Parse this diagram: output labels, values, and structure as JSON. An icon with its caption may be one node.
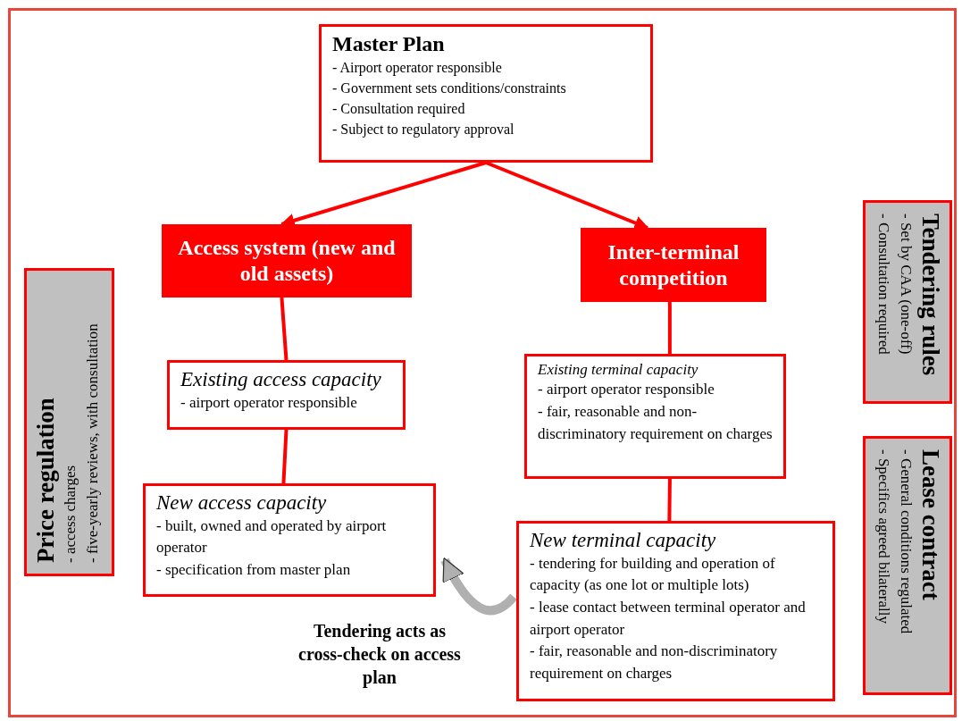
{
  "diagram": {
    "nodes": [
      {
        "text": [
          "Master Plan",
          "- Airport operator responsible",
          "- Government sets conditions/constraints",
          "- Consultation required",
          "- Subject to regulatory approval"
        ]
      },
      {
        "text": [
          "Access system (new and old assets)"
        ]
      },
      {
        "text": [
          "Inter-terminal competition"
        ]
      },
      {
        "text": [
          "Existing access capacity",
          "- airport operator responsible"
        ]
      },
      {
        "text": [
          "New access capacity",
          "- built, owned and operated by airport operator",
          "- specification from master plan"
        ]
      },
      {
        "text": [
          "Existing terminal capacity",
          "- airport operator responsible",
          "- fair, reasonable and non-discriminatory requirement on charges"
        ]
      },
      {
        "text": [
          "New terminal capacity",
          "- tendering for building and operation of capacity (as one lot or multiple lots)",
          "- lease contact between terminal operator and airport operator",
          "- fair, reasonable and non-discriminatory requirement on charges"
        ]
      },
      {
        "text": [
          "Price regulation",
          "- access charges",
          "- five-yearly reviews, with consultation"
        ]
      },
      {
        "text": [
          "Tendering rules",
          "- Set by CAA (one-off)",
          "- Consultation required"
        ]
      },
      {
        "text": [
          "Lease contract",
          "- General conditions regulated",
          "- Specifics agreed bilaterally"
        ]
      }
    ],
    "edges": [
      {
        "from": 0,
        "to": 1,
        "arrow": "to"
      },
      {
        "from": 0,
        "to": 2,
        "arrow": "to"
      },
      {
        "from": 1,
        "to": 3,
        "arrow": "none"
      },
      {
        "from": 3,
        "to": 4,
        "arrow": "none"
      },
      {
        "from": 2,
        "to": 5,
        "arrow": "none"
      },
      {
        "from": 5,
        "to": 6,
        "arrow": "none"
      },
      {
        "from": 6,
        "to": 4,
        "arrow": "to",
        "style": "thick",
        "color": "#b0b0b0"
      }
    ],
    "labels": [
      "Tendering acts as cross-check on access plan"
    ]
  }
}
